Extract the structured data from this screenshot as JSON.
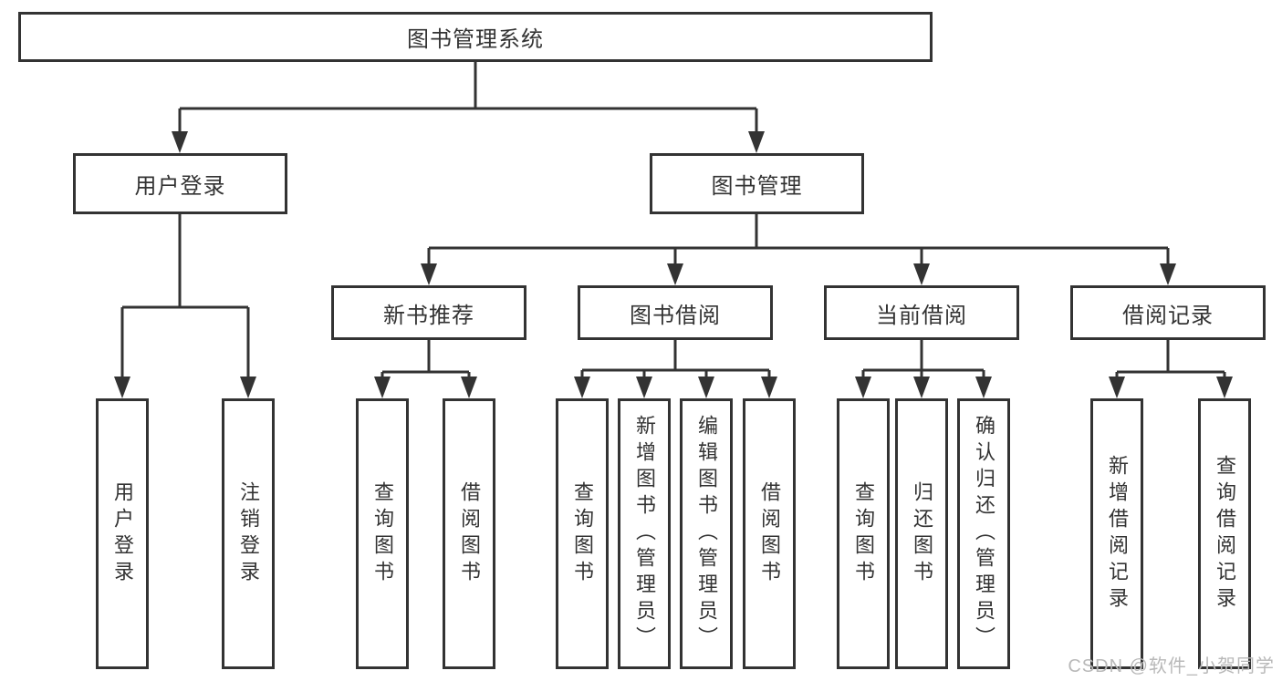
{
  "diagram": {
    "type": "hierarchy",
    "nodes": {
      "root": "图书管理系统",
      "user_login": "用户登录",
      "book_management": "图书管理",
      "user_login_children": [
        "用户登录",
        "注销登录"
      ],
      "book_management_children": [
        "新书推荐",
        "图书借阅",
        "当前借阅",
        "借阅记录"
      ],
      "new_book_rec_children": [
        "查询图书",
        "借阅图书"
      ],
      "book_borrow_children": [
        "查询图书",
        "新增图书（管理员）",
        "编辑图书（管理员）",
        "借阅图书"
      ],
      "current_borrow_children": [
        "查询图书",
        "归还图书",
        "确认归还（管理员）"
      ],
      "borrow_record_children": [
        "新增借阅记录",
        "查询借阅记录"
      ]
    },
    "colors": {
      "line": "#333333",
      "text": "#333333",
      "box_fill": "#ffffff",
      "background": "#ffffff",
      "watermark": "#b9b9b9"
    }
  },
  "watermark": "CSDN @软件_小贺同学"
}
